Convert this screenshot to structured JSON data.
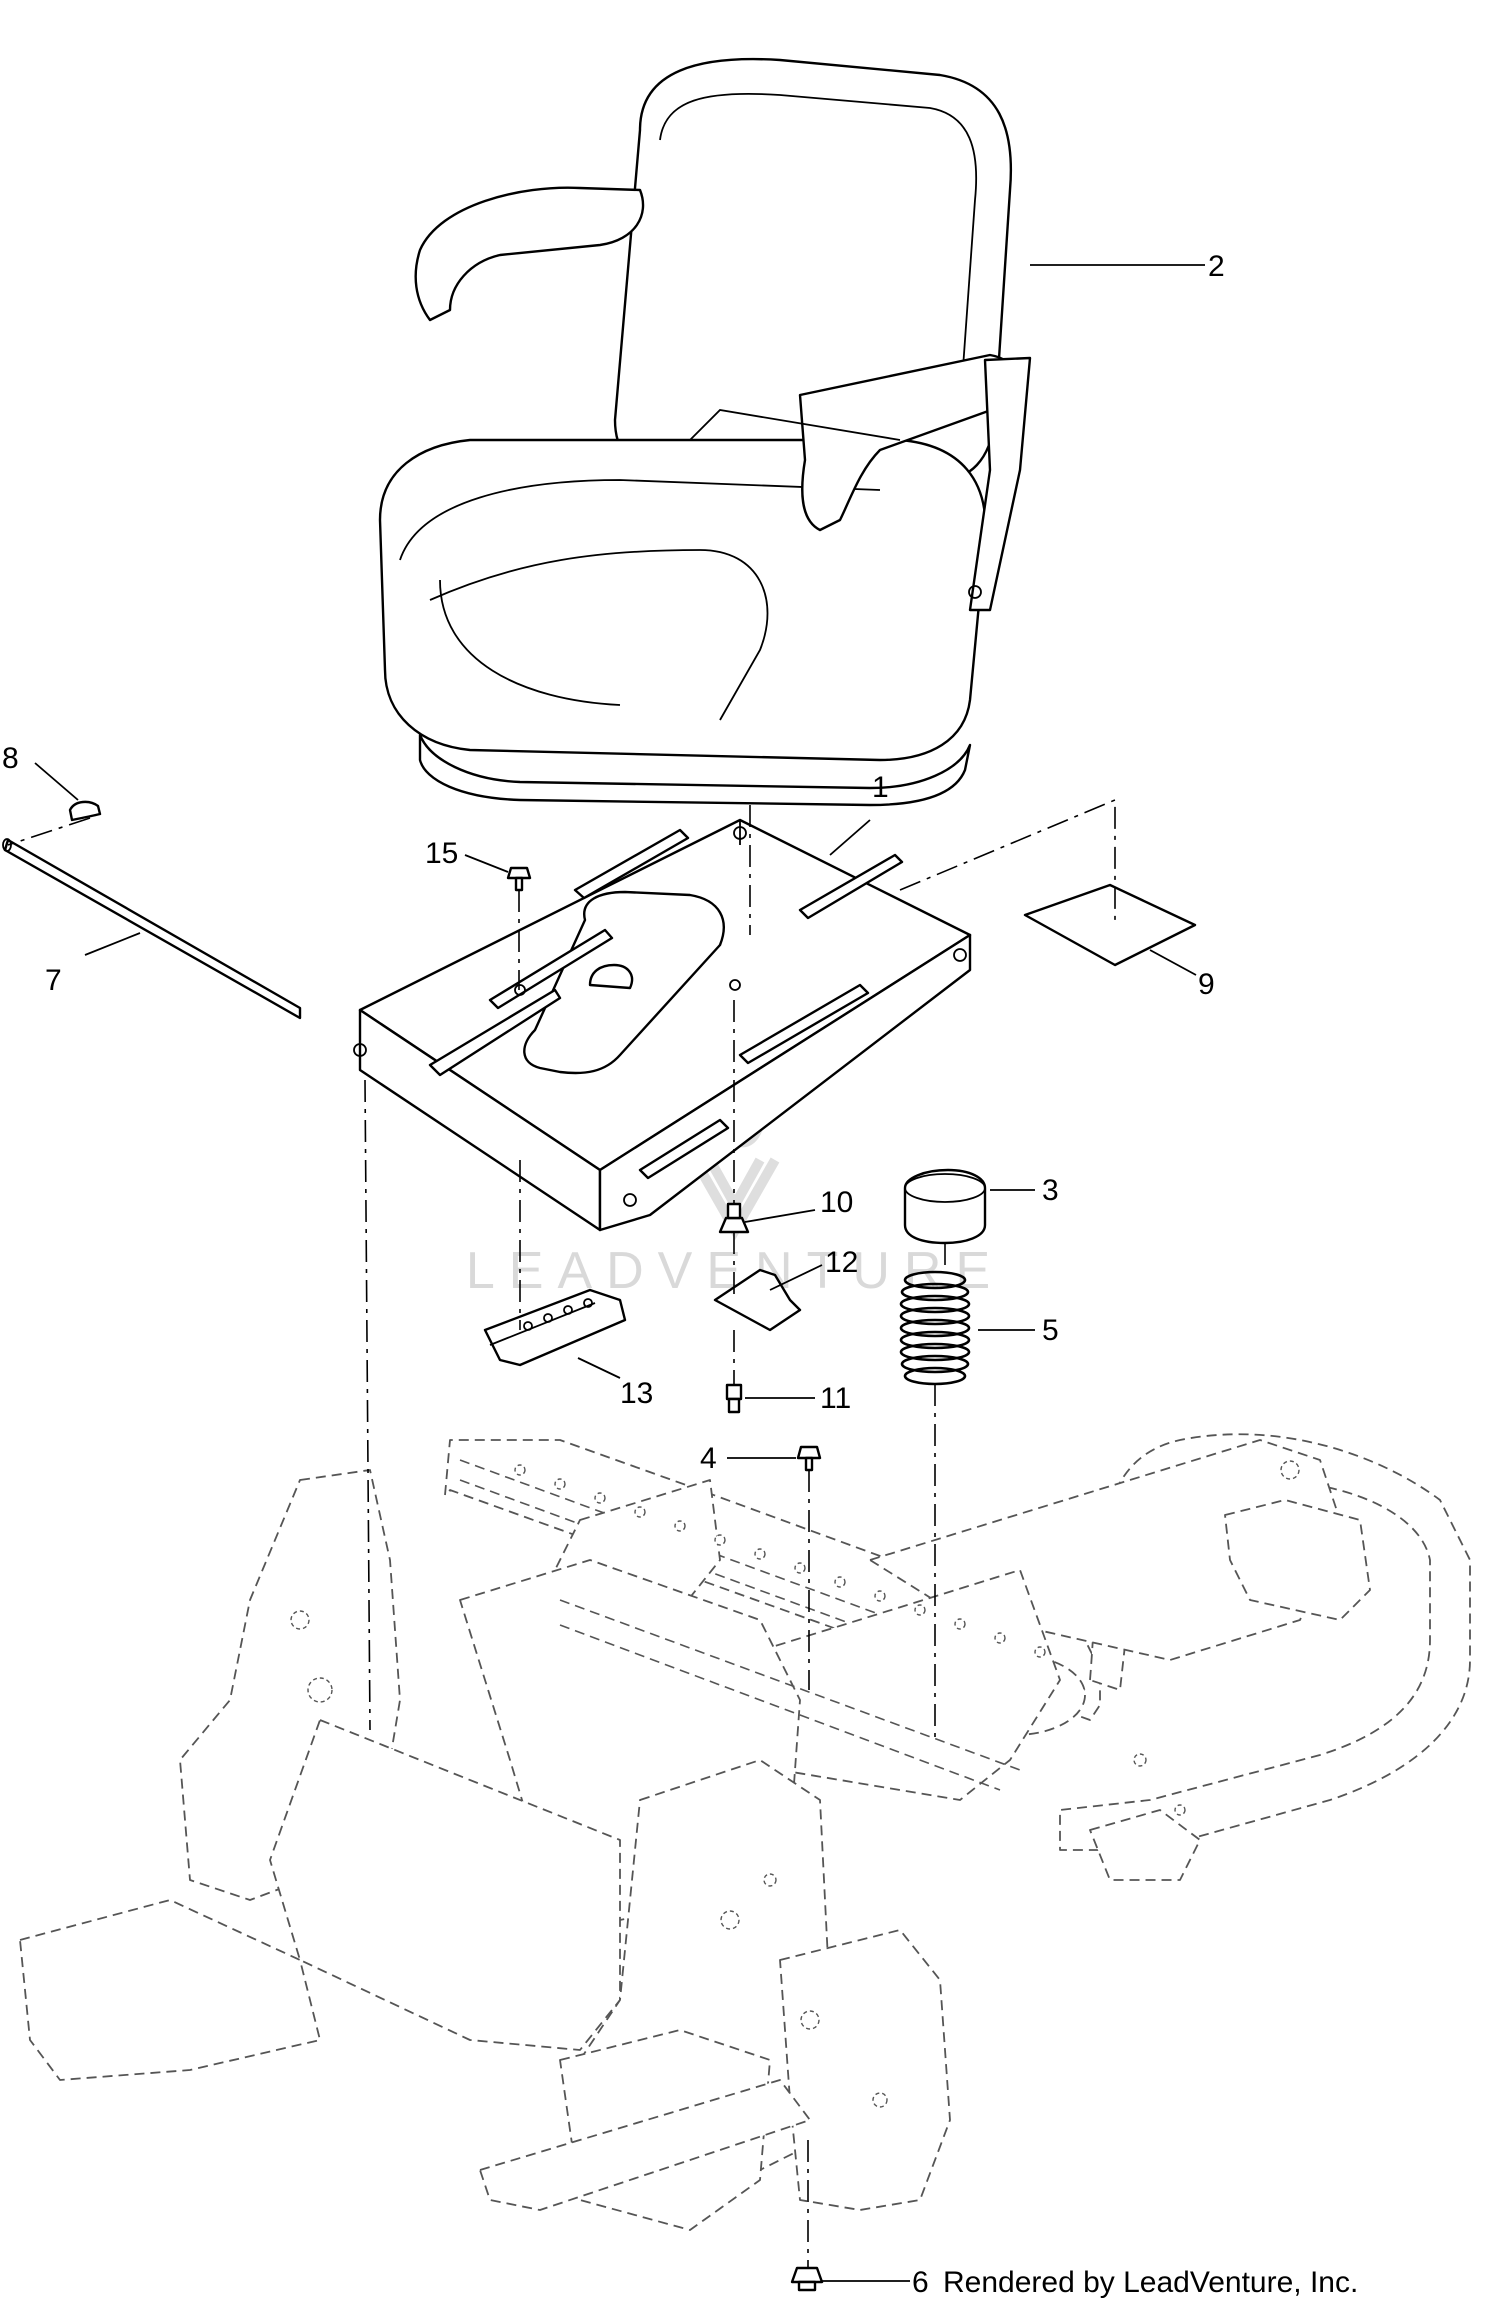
{
  "diagram": {
    "callouts": [
      {
        "id": "1",
        "label": "1"
      },
      {
        "id": "2",
        "label": "2"
      },
      {
        "id": "3",
        "label": "3"
      },
      {
        "id": "4",
        "label": "4"
      },
      {
        "id": "5",
        "label": "5"
      },
      {
        "id": "6",
        "label": "6"
      },
      {
        "id": "7",
        "label": "7"
      },
      {
        "id": "8",
        "label": "8"
      },
      {
        "id": "9",
        "label": "9"
      },
      {
        "id": "10",
        "label": "10"
      },
      {
        "id": "11",
        "label": "11"
      },
      {
        "id": "12",
        "label": "12"
      },
      {
        "id": "13",
        "label": "13"
      },
      {
        "id": "15",
        "label": "15"
      }
    ],
    "watermark": "LEADVENTURE",
    "credit": "Rendered by LeadVenture, Inc."
  }
}
